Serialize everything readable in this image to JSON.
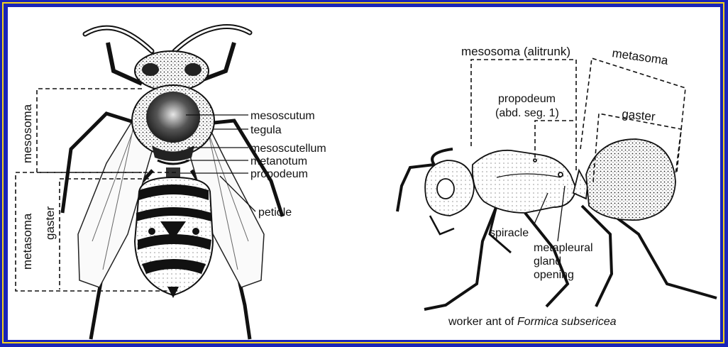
{
  "wasp": {
    "vertical_labels": {
      "mesosoma": "mesosoma",
      "metasoma": "metasoma",
      "gaster": "gaster"
    },
    "callouts": {
      "mesoscutum": "mesoscutum",
      "tegula": "tegula",
      "mesoscutellum": "mesoscutellum",
      "metanotum": "metanotum",
      "propodeum": "propodeum",
      "petiole": "petiole"
    }
  },
  "ant": {
    "labels": {
      "mesosoma": "mesosoma (alitrunk)",
      "metasoma": "metasoma",
      "propodeum": "propodeum",
      "propodeum_note": "(abd. seg. 1)",
      "gaster": "gaster",
      "spiracle": "spiracle",
      "metapleural_1": "metapleural",
      "metapleural_2": "gland",
      "metapleural_3": "opening"
    },
    "caption_prefix": "worker ant of ",
    "caption_species": "Formica subsericea"
  },
  "colors": {
    "frame": "#1a24b8",
    "border": "#f4d21c",
    "ink": "#111111"
  }
}
